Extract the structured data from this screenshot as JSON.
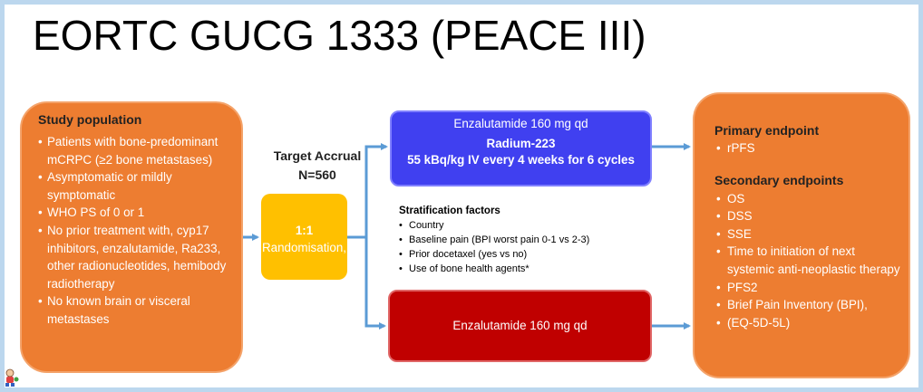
{
  "title": "EORTC GUCG 1333 (PEACE III)",
  "study_population": {
    "heading": "Study population",
    "items": [
      "Patients with bone-predominant mCRPC (≥2 bone metastases)",
      "Asymptomatic or mildly symptomatic",
      "WHO PS of 0 or 1",
      "No prior treatment with, cyp17 inhibitors, enzalutamide, Ra233, other radionucleotides, hemibody radiotherapy",
      "No known brain or visceral metastases"
    ]
  },
  "accrual": {
    "label": "Target Accrual",
    "value": "N=560"
  },
  "randomisation": {
    "ratio": "1:1",
    "label": "Randomisation,"
  },
  "arm_a": {
    "line1": "Enzalutamide 160 mg qd",
    "line2": "Radium-223",
    "line3": "55 kBq/kg IV every 4 weeks for 6 cycles"
  },
  "arm_b": {
    "label": "Enzalutamide 160 mg qd"
  },
  "stratification": {
    "heading": "Stratification factors",
    "items": [
      "Country",
      "Baseline pain (BPI worst pain 0-1 vs 2-3)",
      "Prior docetaxel (yes vs no)",
      "Use of bone health agents*"
    ]
  },
  "endpoints": {
    "primary_heading": "Primary endpoint",
    "primary_items": [
      "rPFS"
    ],
    "secondary_heading": "Secondary endpoints",
    "secondary_items": [
      "OS",
      "DSS",
      "SSE",
      "Time to initiation of next systemic anti-neoplastic therapy",
      "PFS2",
      " Brief Pain Inventory (BPI),",
      "(EQ-5D-5L)"
    ]
  },
  "colors": {
    "orange": "#ed7d31",
    "yellow": "#ffc000",
    "blue": "#4040f0",
    "red": "#c00000",
    "arrow": "#5b9bd5"
  }
}
